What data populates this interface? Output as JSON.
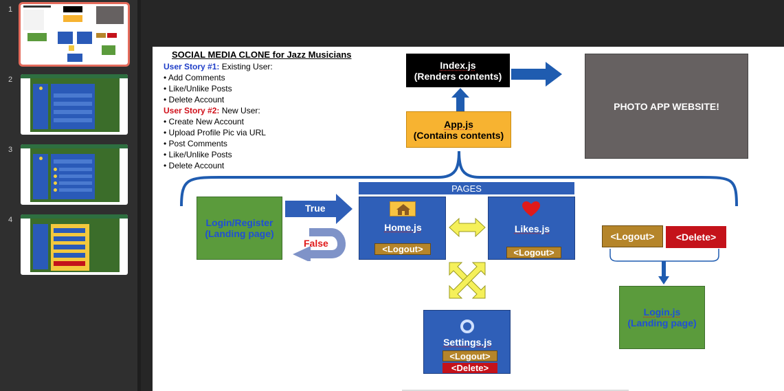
{
  "slides_panel": {
    "slides": [
      {
        "number": "1",
        "selected": true
      },
      {
        "number": "2",
        "selected": false
      },
      {
        "number": "3",
        "selected": false
      },
      {
        "number": "4",
        "selected": false
      }
    ]
  },
  "slide": {
    "title": "SOCIAL MEDIA CLONE for Jazz Musicians",
    "story1": {
      "label": "User Story #1:",
      "text": " Existing User:"
    },
    "story1_items": [
      "Add Comments",
      "Like/Unlike Posts",
      "Delete Account"
    ],
    "story2": {
      "label": "User Story #2:",
      "text": " New User:"
    },
    "story2_items": [
      "Create New Account",
      "Upload Profile Pic via URL",
      "Post Comments",
      "Like/Unlike Posts",
      "Delete Account"
    ],
    "index_box": {
      "line1": "Index.js",
      "line2": "(Renders contents)"
    },
    "app_box": {
      "line1": "App.js",
      "line2": "(Contains contents)"
    },
    "photo_box": "PHOTO APP WEBSITE!",
    "pages_label": "PAGES",
    "login_register": {
      "line1": "Login/Register",
      "line2": "(Landing page)"
    },
    "true_label": "True",
    "false_label": "False",
    "home": {
      "title": "Home.js",
      "button": "<Logout>",
      "icon": "house-icon"
    },
    "likes": {
      "title": "Likes.js",
      "button": "<Logout>",
      "icon": "heart-icon"
    },
    "settings": {
      "title": "Settings.js",
      "logout": "<Logout>",
      "delete": "<Delete>",
      "icon": "gear-icon"
    },
    "logout_btn": "<Logout>",
    "delete_btn": "<Delete>",
    "login_box": {
      "line1": "Login.js",
      "line2": "(Landing page)"
    }
  },
  "colors": {
    "blue": "#2f5fb8",
    "green": "#5b9b3c",
    "orange": "#f7b331",
    "black": "#000000",
    "grey": "#666161",
    "wood": "#b5852a",
    "red": "#c4121a",
    "yellow": "#f5f05a"
  }
}
